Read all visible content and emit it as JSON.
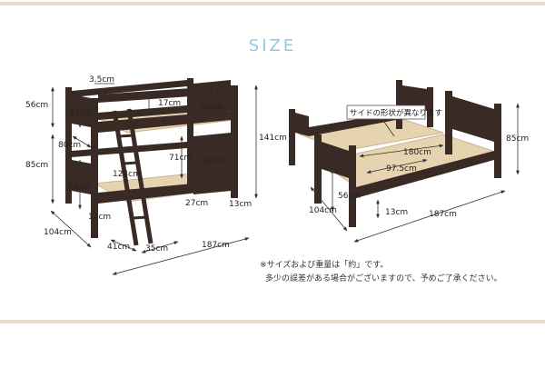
{
  "title": "SIZE",
  "colors": {
    "frame": "#3a2a25",
    "slat": "#e6d3b0",
    "slat_edge": "#c9b48e",
    "dim": "#333333",
    "title": "#8fc8e0",
    "rule": "#e8dcc8"
  },
  "bunk_dims": {
    "top_guard_gap": "3.5cm",
    "top_height": "56cm",
    "guard_43": "43cm",
    "slat_gap_17": "17cm",
    "guard_36": "36cm",
    "total_height": "141cm",
    "ladder_width": "80cm",
    "lower_height": "85cm",
    "ladder_124": "124cm",
    "mid_71": "71cm",
    "side_98": "98cm",
    "lower_guard_63": "63cm",
    "bottom_27": "27cm",
    "leg_13": "13cm",
    "floor_12": "12cm",
    "depth_104": "104cm",
    "step_41": "41cm",
    "step_35": "35cm",
    "length_187": "187cm"
  },
  "separate_dims": {
    "callout": "サイドの形状が異なります",
    "inner_180": "180cm",
    "inner_97_5": "97.5cm",
    "head_85": "85cm",
    "bed_56": "56cm",
    "leg_13": "13cm",
    "depth_104": "104cm",
    "length_187": "187cm"
  },
  "notes": {
    "line1": "※サイズおよび重量は「約」です。",
    "line2": "多少の誤差がある場合がございますので、予めご了承ください。"
  }
}
